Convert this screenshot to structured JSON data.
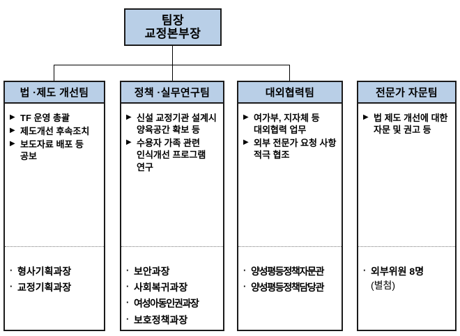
{
  "colors": {
    "header_fill": "#b9cfe7",
    "border": "#1a1a1a",
    "divider": "#777777",
    "text": "#000000",
    "background": "#ffffff"
  },
  "root": {
    "line1": "팀장",
    "line2": "교정본부장"
  },
  "bullets": {
    "duty": "▶",
    "member": "·"
  },
  "columns": [
    {
      "header": "법 ·제도 개선팀",
      "duties": [
        "TF 운영 총괄",
        "제도개선 후속조치",
        "보도자료 배포 등 공보"
      ],
      "members": [
        "형사기획과장",
        "교정기획과장"
      ]
    },
    {
      "header": "정책 ·실무연구팀",
      "duties": [
        "신설  교정기관 설계시 양육공간 확보 등",
        "수용자 가족 관련 인식개선 프로그램 연구"
      ],
      "members": [
        "보안과장",
        "사회복귀과장",
        "여성아동인권과장",
        "보호정책과장"
      ]
    },
    {
      "header": "대외협력팀",
      "duties": [
        "여가부, 지자체 등 대외협력 업무",
        "외부 전문가 요청 사항 적극 협조"
      ],
      "members": [
        "양성평등정책자문관",
        "양성평등정책담당관"
      ]
    },
    {
      "header": "전문가 자문팀",
      "duties": [
        "법 제도 개선에 대한 자문 및 권고 등"
      ],
      "members": [
        "외부위원 8명",
        "(별첨)"
      ]
    }
  ]
}
